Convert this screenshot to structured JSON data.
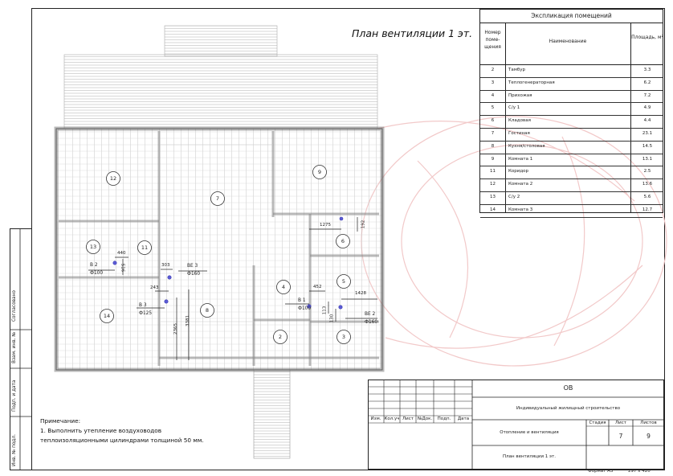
{
  "title": "План вентиляции 1 эт.",
  "explication": {
    "title": "Экспликация помещений",
    "headers": {
      "num": "Номер поме- щения",
      "name": "Наименование",
      "area": "Площадь, м²"
    },
    "rows": [
      {
        "num": "2",
        "name": "Тамбур",
        "area": "3.3"
      },
      {
        "num": "3",
        "name": "Теплогенераторная",
        "area": "6.2"
      },
      {
        "num": "4",
        "name": "Прихожая",
        "area": "7.2"
      },
      {
        "num": "5",
        "name": "С/у 1",
        "area": "4.9"
      },
      {
        "num": "6",
        "name": "Кладовая",
        "area": "4.4"
      },
      {
        "num": "7",
        "name": "Гостиная",
        "area": "23.1"
      },
      {
        "num": "8",
        "name": "Кухня/столовая",
        "area": "14.5"
      },
      {
        "num": "9",
        "name": "Комната 1",
        "area": "13.1"
      },
      {
        "num": "11",
        "name": "Коридор",
        "area": "2.5"
      },
      {
        "num": "12",
        "name": "Комната 2",
        "area": "13.6"
      },
      {
        "num": "13",
        "name": "С/у 2",
        "area": "5.6"
      },
      {
        "num": "14",
        "name": "Комната 3",
        "area": "12.7"
      }
    ]
  },
  "room_markers": [
    "12",
    "7",
    "9",
    "6",
    "13",
    "11",
    "4",
    "5",
    "14",
    "8",
    "2",
    "3"
  ],
  "dimensions": [
    "440",
    "516",
    "303",
    "243",
    "2365",
    "3381",
    "1275",
    "192",
    "452",
    "1428",
    "113",
    "130"
  ],
  "ducts": [
    {
      "label": "В 2",
      "dia": "Ф100"
    },
    {
      "label": "ВЕ 3",
      "dia": "Ф160"
    },
    {
      "label": "В 3",
      "dia": "Ф125"
    },
    {
      "label": "В 1",
      "dia": "Ф100"
    },
    {
      "label": "ВЕ 2",
      "dia": "Ф160"
    }
  ],
  "notes": {
    "heading": "Примечание:",
    "line1": "1. Выполнить утепление воздуховодов",
    "line2": "теплоизоляционными цилиндрами толщиной 50 мм."
  },
  "side_labels": [
    "Согласовано",
    "Взам. инв. №",
    "Подп. и дата",
    "Инв. № подл."
  ],
  "title_block": {
    "code": "ОВ",
    "project": "Индивидуальный жилищный строительство",
    "section": "Отопление и вентиляция",
    "sheet_name": "План вентиляции 1 эт.",
    "cols": [
      "Изм.",
      "Кол.уч",
      "Лист",
      "№Док.",
      "Подп.",
      "Дата"
    ],
    "stage_label": "Стадия",
    "sheet_label": "Лист",
    "sheets_label": "Листов",
    "sheet_no": "7",
    "sheets_total": "9",
    "format": "Формат А3",
    "size": "297 х 420"
  }
}
